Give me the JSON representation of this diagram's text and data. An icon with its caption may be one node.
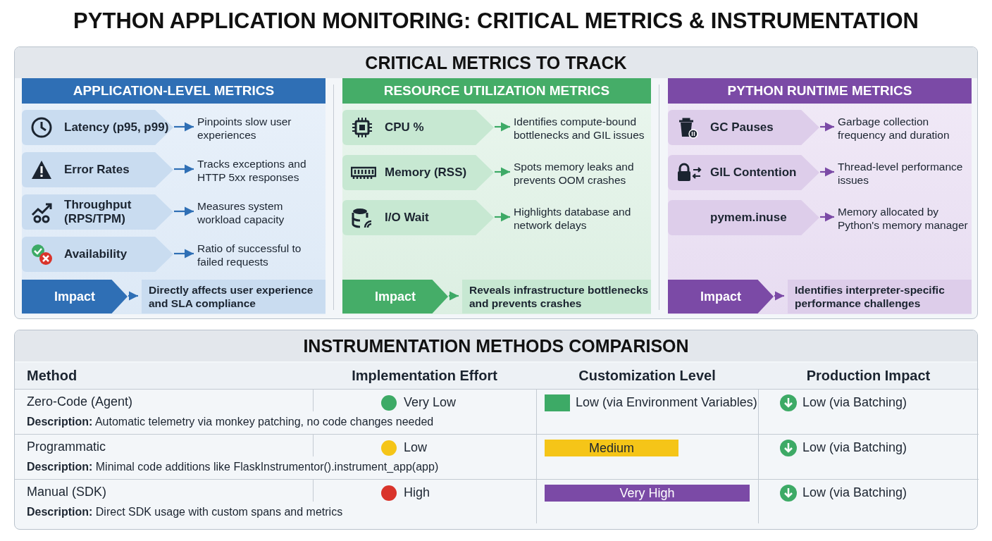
{
  "diagram": {
    "title": "PYTHON APPLICATION MONITORING: CRITICAL METRICS & INSTRUMENTATION",
    "nodes": [
      {
        "text": [
          "CRITICAL METRICS TO TRACK"
        ]
      },
      {
        "text": [
          "APPLICATION-LEVEL METRICS"
        ],
        "in": 0
      },
      {
        "text": [
          "Latency (p95, p99)"
        ],
        "in": 1
      },
      {
        "text": [
          "Pinpoints slow user experiences"
        ],
        "in": 1
      },
      {
        "text": [
          "Error Rates"
        ],
        "in": 1
      },
      {
        "text": [
          "Tracks exceptions and HTTP 5xx responses"
        ],
        "in": 1
      },
      {
        "text": [
          "Throughput (RPS/TPM)"
        ],
        "in": 1
      },
      {
        "text": [
          "Measures system workload capacity"
        ],
        "in": 1
      },
      {
        "text": [
          "Availability"
        ],
        "in": 1
      },
      {
        "text": [
          "Ratio of successful to failed requests"
        ],
        "in": 1
      },
      {
        "text": [
          "Impact"
        ],
        "in": 1
      },
      {
        "text": [
          "Directly affects user experience and SLA compliance"
        ],
        "in": 1
      },
      {
        "text": [
          "RESOURCE UTILIZATION METRICS"
        ],
        "in": 0
      },
      {
        "text": [
          "CPU %"
        ],
        "in": 12
      },
      {
        "text": [
          "Identifies compute-bound bottlenecks and GIL issues"
        ],
        "in": 12
      },
      {
        "text": [
          "Memory (RSS)"
        ],
        "in": 12
      },
      {
        "text": [
          "Spots memory leaks and prevents OOM crashes"
        ],
        "in": 12
      },
      {
        "text": [
          "I/O Wait"
        ],
        "in": 12
      },
      {
        "text": [
          "Highlights database and network delays"
        ],
        "in": 12
      },
      {
        "text": [
          "Impact"
        ],
        "in": 12
      },
      {
        "text": [
          "Reveals infrastructure bottlenecks and prevents crashes"
        ],
        "in": 12
      },
      {
        "text": [
          "PYTHON RUNTIME METRICS"
        ],
        "in": 0
      },
      {
        "text": [
          "GC Pauses"
        ],
        "in": 21
      },
      {
        "text": [
          "Garbage collection frequency and duration"
        ],
        "in": 21
      },
      {
        "text": [
          "GIL Contention"
        ],
        "in": 21
      },
      {
        "text": [
          "Thread-level performance issues"
        ],
        "in": 21
      },
      {
        "text": [
          "pymem.inuse"
        ],
        "in": 21
      },
      {
        "text": [
          "Memory allocated by Python's memory manager"
        ],
        "in": 21
      },
      {
        "text": [
          "Impact"
        ],
        "in": 21
      },
      {
        "text": [
          "Identifies interpreter-specific performance challenges"
        ],
        "in": 21
      },
      {
        "text": [
          "INSTRUMENTATION METHODS COMPARISON"
        ]
      }
    ],
    "edges": [
      {
        "from": 2,
        "to": 3,
        "arrow": "to"
      },
      {
        "from": 4,
        "to": 5,
        "arrow": "to"
      },
      {
        "from": 6,
        "to": 7,
        "arrow": "to"
      },
      {
        "from": 8,
        "to": 9,
        "arrow": "to"
      },
      {
        "from": 10,
        "to": 11,
        "arrow": "to"
      },
      {
        "from": 13,
        "to": 14,
        "arrow": "to",
        "color": "#3daa66"
      },
      {
        "from": 15,
        "to": 16,
        "arrow": "to",
        "color": "#3daa66"
      },
      {
        "from": 17,
        "to": 18,
        "arrow": "to",
        "color": "#3daa66"
      },
      {
        "from": 19,
        "to": 20,
        "arrow": "to",
        "color": "#3daa66"
      },
      {
        "from": 22,
        "to": 23,
        "arrow": "to",
        "color": "#7b4aa6"
      },
      {
        "from": 24,
        "to": 25,
        "arrow": "to",
        "color": "#7b4aa6"
      },
      {
        "from": 26,
        "to": 27,
        "arrow": "to",
        "color": "#7b4aa6"
      },
      {
        "from": 28,
        "to": 29,
        "arrow": "to",
        "color": "#7b4aa6"
      }
    ],
    "labels": [
      "Method",
      "Implementation Effort",
      "Customization Level",
      "Production Impact",
      "Zero-Code (Agent)",
      "Very Low",
      "Low (via Environment Variables)",
      "Low (via Batching)",
      "**Description:** Automatic telemetry via monkey patching, no code changes needed",
      "Programmatic",
      "Low",
      "Medium",
      "Low (via Batching)",
      "**Description:** Minimal code additions like FlaskInstrumentor().instrument_app(app)",
      "Manual (SDK)",
      "High",
      "Very High",
      "Low (via Batching)",
      "**Description:** Direct SDK usage with custom spans and metrics"
    ]
  }
}
